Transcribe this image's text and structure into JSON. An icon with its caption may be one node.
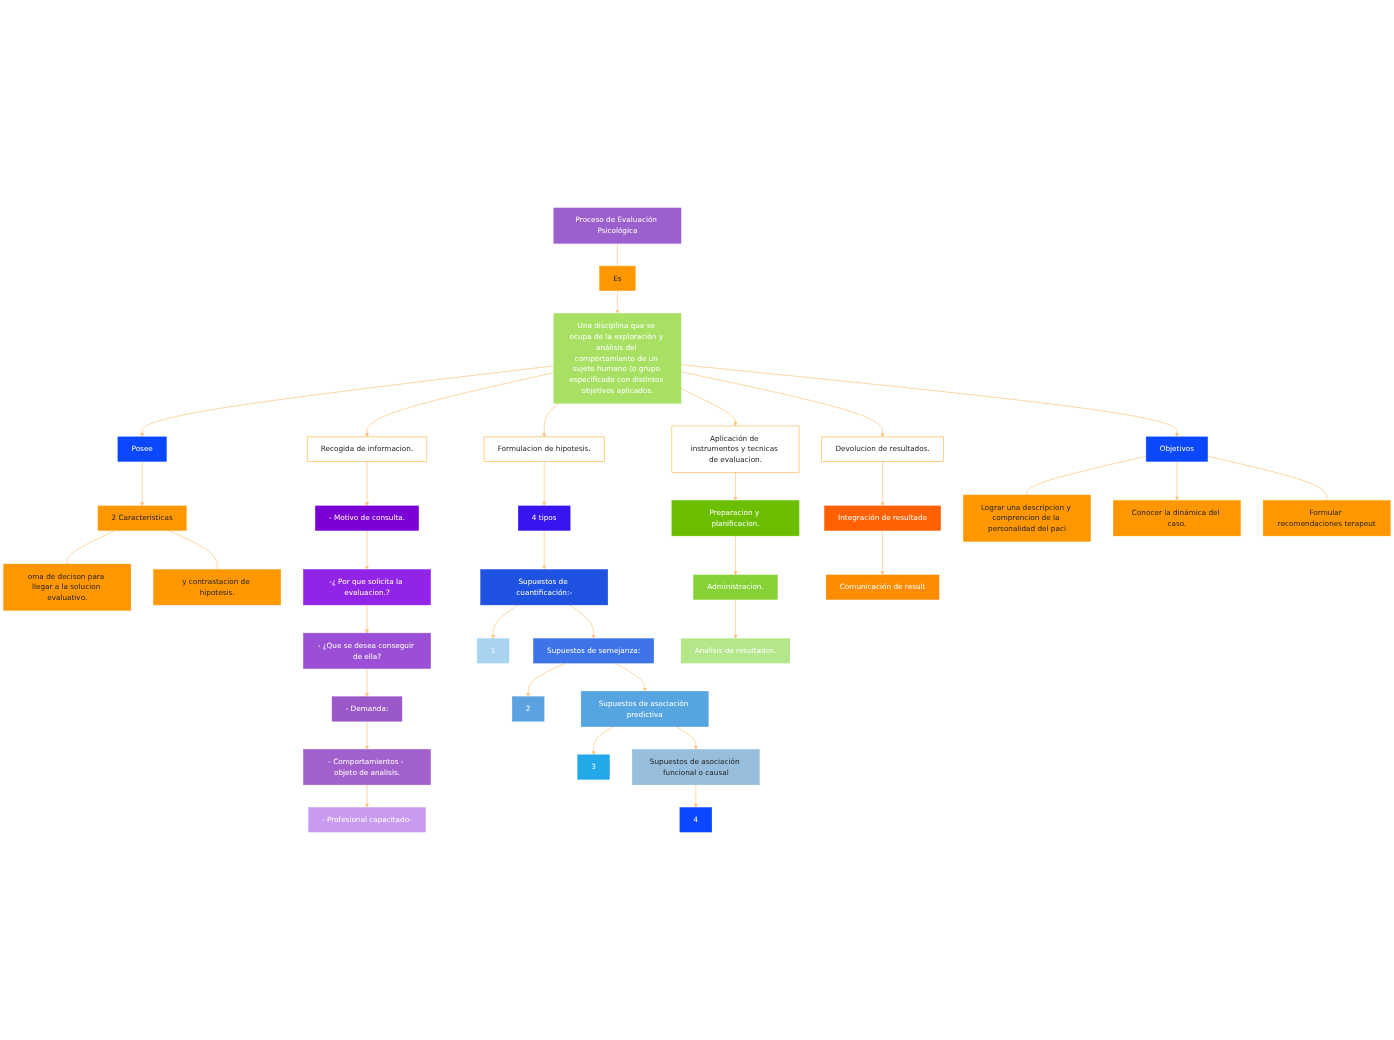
{
  "diagram": {
    "nodes": [
      {
        "text": [
          "Proceso de Evaluación Psicológica"
        ]
      },
      {
        "text": [
          "Es"
        ]
      },
      {
        "text": [
          "Una disciplina que se ocupa de la exploración y análisis del comportamiento de un sujeto humano (o grupo especificado con distintos objetivos aplicados."
        ]
      },
      {
        "text": [
          "Posee"
        ]
      },
      {
        "text": [
          "2 Caracteristicas"
        ]
      },
      {
        "text": [
          "oma de decison para llegar a la solucion evaluativo."
        ]
      },
      {
        "text": [
          "y contrastacion de hipotesis."
        ]
      },
      {
        "text": [
          "Objetivos"
        ]
      },
      {
        "text": [
          "Lograr una descripcion y comprencion de la personalidad del paci"
        ]
      },
      {
        "text": [
          "Conocer la dinámica del caso."
        ]
      },
      {
        "text": [
          "Formular recomendaciones terapeut"
        ]
      },
      {
        "text": [
          "Recogida de informacion."
        ]
      },
      {
        "text": [
          "- Motivo de consulta."
        ]
      },
      {
        "text": [
          "-¿ Por que solicita la evaluacion.?"
        ]
      },
      {
        "text": [
          "- ¿Que se desea conseguir de ella?"
        ]
      },
      {
        "text": [
          "- Demanda:"
        ]
      },
      {
        "text": [
          "- Comportamientos - objeto de analisis."
        ]
      },
      {
        "text": [
          "- Profesional capacitado-"
        ]
      },
      {
        "text": [
          "Formulacion de hipotesis."
        ]
      },
      {
        "text": [
          "4 tipos"
        ]
      },
      {
        "text": [
          "Supuestos de cuantificación:-"
        ]
      },
      {
        "text": [
          "1"
        ]
      },
      {
        "text": [
          "Supuestos de semejanza:"
        ]
      },
      {
        "text": [
          "2"
        ]
      },
      {
        "text": [
          "Supuestos de asociación predictiva"
        ]
      },
      {
        "text": [
          "3"
        ]
      },
      {
        "text": [
          "Supuestos de asociación funcional o causal"
        ]
      },
      {
        "text": [
          "4"
        ]
      },
      {
        "text": [
          "Aplicación de instrumentos y tecnicas de evaluacion."
        ]
      },
      {
        "text": [
          "Preparacion y planificacion."
        ]
      },
      {
        "text": [
          "Administracion."
        ]
      },
      {
        "text": [
          "Analisis de resultados."
        ]
      },
      {
        "text": [
          "Devolucion de resultados."
        ]
      },
      {
        "text": [
          "Integración de resultado"
        ]
      },
      {
        "text": [
          "Comunicación de result"
        ]
      }
    ],
    "edges": [
      {
        "from": 0,
        "to": 1,
        "arrow": "none"
      },
      {
        "from": 1,
        "to": 2,
        "arrow": "to"
      },
      {
        "from": 2,
        "to": 3,
        "arrow": "to"
      },
      {
        "from": 3,
        "to": 4,
        "arrow": "to"
      },
      {
        "from": 4,
        "to": 5,
        "arrow": "none"
      },
      {
        "from": 4,
        "to": 6,
        "arrow": "none"
      },
      {
        "from": 2,
        "to": 7,
        "arrow": "to"
      },
      {
        "from": 7,
        "to": 8,
        "arrow": "none"
      },
      {
        "from": 7,
        "to": 9,
        "arrow": "to"
      },
      {
        "from": 7,
        "to": 10,
        "arrow": "none"
      },
      {
        "from": 2,
        "to": 11,
        "arrow": "to"
      },
      {
        "from": 2,
        "to": 18,
        "arrow": "to"
      },
      {
        "from": 2,
        "to": 28,
        "arrow": "to"
      },
      {
        "from": 2,
        "to": 32,
        "arrow": "to"
      },
      {
        "from": 11,
        "to": 12,
        "arrow": "to"
      },
      {
        "from": 12,
        "to": 13,
        "arrow": "to"
      },
      {
        "from": 13,
        "to": 14,
        "arrow": "to"
      },
      {
        "from": 14,
        "to": 15,
        "arrow": "to"
      },
      {
        "from": 15,
        "to": 16,
        "arrow": "to"
      },
      {
        "from": 16,
        "to": 17,
        "arrow": "to"
      },
      {
        "from": 18,
        "to": 19,
        "arrow": "to"
      },
      {
        "from": 19,
        "to": 20,
        "arrow": "to"
      },
      {
        "from": 20,
        "to": 21,
        "arrow": "to"
      },
      {
        "from": 20,
        "to": 22,
        "arrow": "to"
      },
      {
        "from": 22,
        "to": 23,
        "arrow": "to"
      },
      {
        "from": 22,
        "to": 24,
        "arrow": "to"
      },
      {
        "from": 24,
        "to": 25,
        "arrow": "to"
      },
      {
        "from": 24,
        "to": 26,
        "arrow": "to"
      },
      {
        "from": 26,
        "to": 27,
        "arrow": "to"
      },
      {
        "from": 28,
        "to": 29,
        "arrow": "to"
      },
      {
        "from": 29,
        "to": 30,
        "arrow": "to"
      },
      {
        "from": 30,
        "to": 31,
        "arrow": "to"
      },
      {
        "from": 32,
        "to": 33,
        "arrow": "to"
      },
      {
        "from": 33,
        "to": 34,
        "arrow": "to"
      }
    ]
  }
}
